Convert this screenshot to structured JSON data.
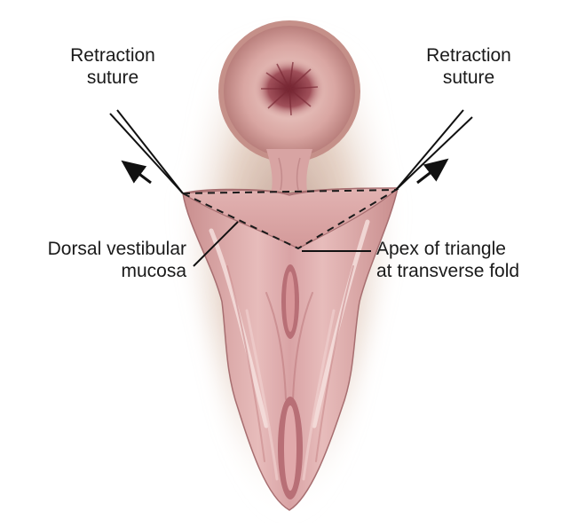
{
  "labels": {
    "retraction_left": [
      "Retraction",
      "suture"
    ],
    "retraction_right": [
      "Retraction",
      "suture"
    ],
    "dorsal_vestibular": [
      "Dorsal vestibular",
      "mucosa"
    ],
    "apex": [
      "Apex of triangle",
      "at transverse fold"
    ]
  },
  "colors": {
    "background": "#ffffff",
    "tissue_light": "#e9c2c0",
    "tissue_mid": "#d79d9d",
    "tissue_dark": "#b87479",
    "shadow": "#8a4a3a",
    "flap": "#d8a3a4",
    "line": "#1a1a1a"
  }
}
